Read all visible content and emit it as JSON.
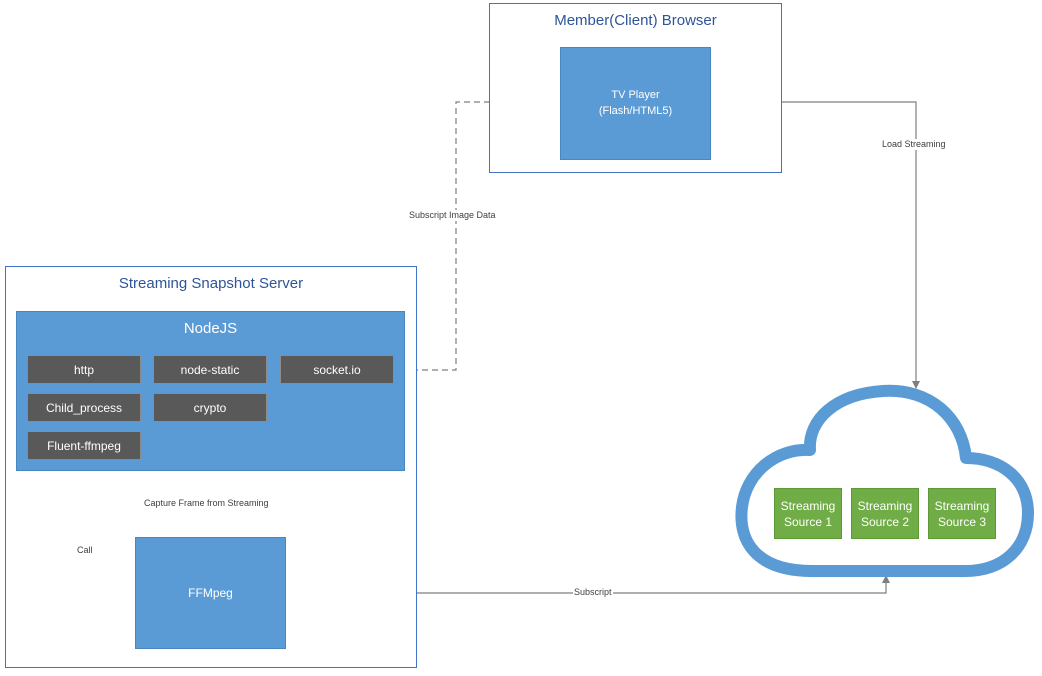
{
  "browser": {
    "title": "Member(Client) Browser",
    "tv_player": {
      "line1": "TV Player",
      "line2": "(Flash/HTML5)"
    }
  },
  "server": {
    "title": "Streaming Snapshot Server",
    "nodejs": {
      "title": "NodeJS",
      "modules": [
        {
          "label": "http"
        },
        {
          "label": "node-static"
        },
        {
          "label": "socket.io"
        },
        {
          "label": "Child_process"
        },
        {
          "label": "crypto"
        },
        {
          "label": "Fluent-ffmpeg"
        }
      ]
    },
    "ffmpeg": {
      "label": "FFMpeg"
    }
  },
  "cloud": {
    "sources": [
      {
        "line1": "Streaming",
        "line2": "Source 1"
      },
      {
        "line1": "Streaming",
        "line2": "Source 2"
      },
      {
        "line1": "Streaming",
        "line2": "Source 3"
      }
    ]
  },
  "edges": {
    "load_streaming": "Load Streaming",
    "subscript_image_data": "Subscript Image Data",
    "capture_frame": "Capture Frame from Streaming",
    "call": "Call",
    "subscript": "Subscript"
  },
  "colors": {
    "frame_border": "#4472c4",
    "title_text": "#2e5597",
    "box_blue": "#5b9bd5",
    "module_gray": "#595959",
    "source_green": "#70ad47",
    "cloud_blue": "#5b9bd5",
    "line_gray": "#7f7f7f"
  }
}
